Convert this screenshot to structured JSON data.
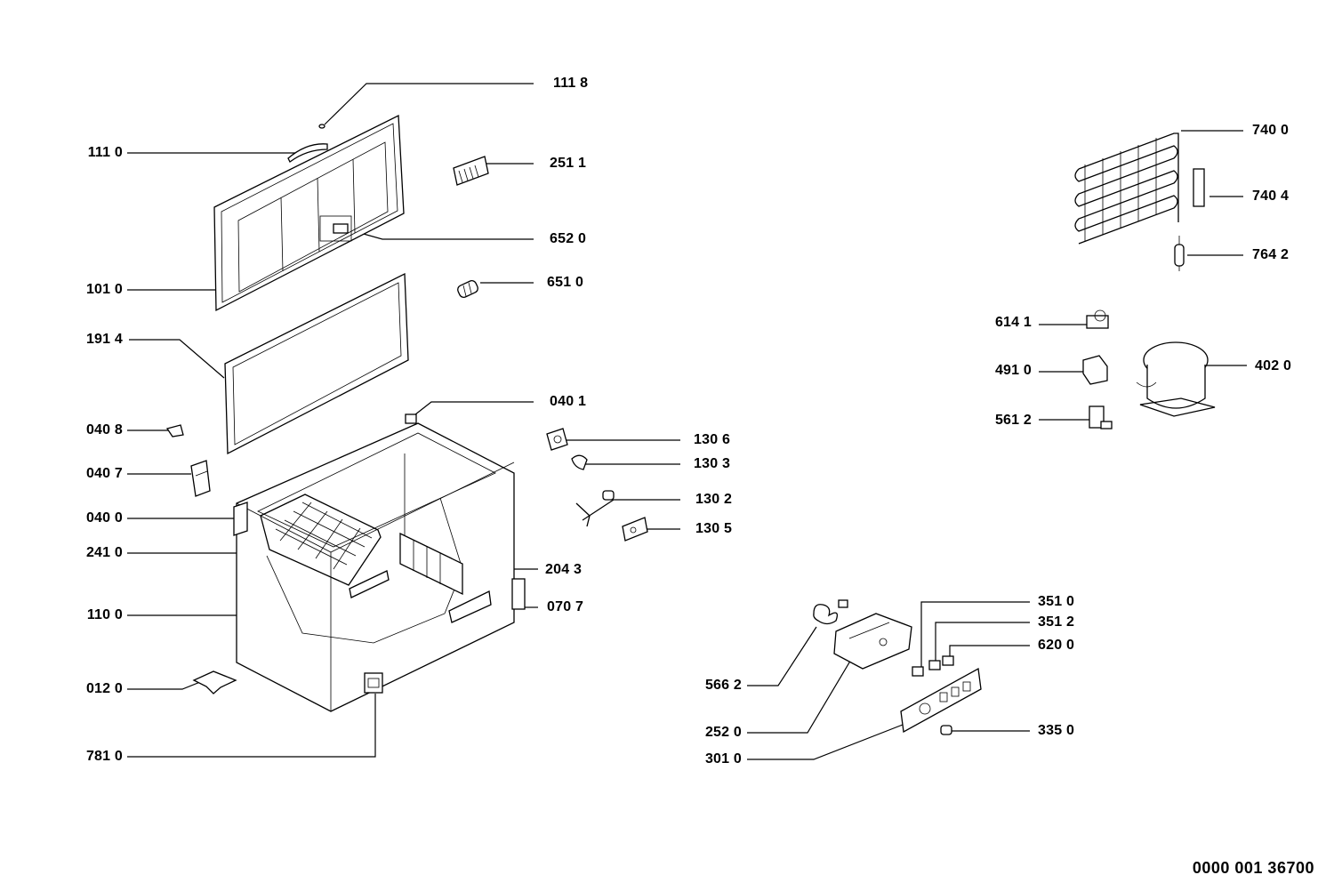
{
  "diagram": {
    "document_number": "0000 001 36700",
    "callouts": {
      "c1118": "111 8",
      "c1110": "111 0",
      "c2511": "251 1",
      "c6520": "652 0",
      "c1010": "101 0",
      "c6510": "651 0",
      "c1914": "191 4",
      "c0401": "040 1",
      "c0408": "040 8",
      "c1306": "130 6",
      "c1303": "130 3",
      "c0407": "040 7",
      "c1302": "130 2",
      "c0400": "040 0",
      "c1305": "130 5",
      "c2410": "241 0",
      "c2043": "204 3",
      "c1100": "110 0",
      "c0707": "070 7",
      "c0120": "012 0",
      "c7810": "781 0",
      "c7400": "740 0",
      "c7404": "740 4",
      "c7642": "764 2",
      "c6141": "614 1",
      "c4910": "491 0",
      "c4020": "402 0",
      "c5612": "561 2",
      "c3510": "351 0",
      "c3512": "351 2",
      "c6200": "620 0",
      "c5662": "566 2",
      "c2520": "252 0",
      "c3350": "335 0",
      "c3010": "301 0"
    }
  }
}
